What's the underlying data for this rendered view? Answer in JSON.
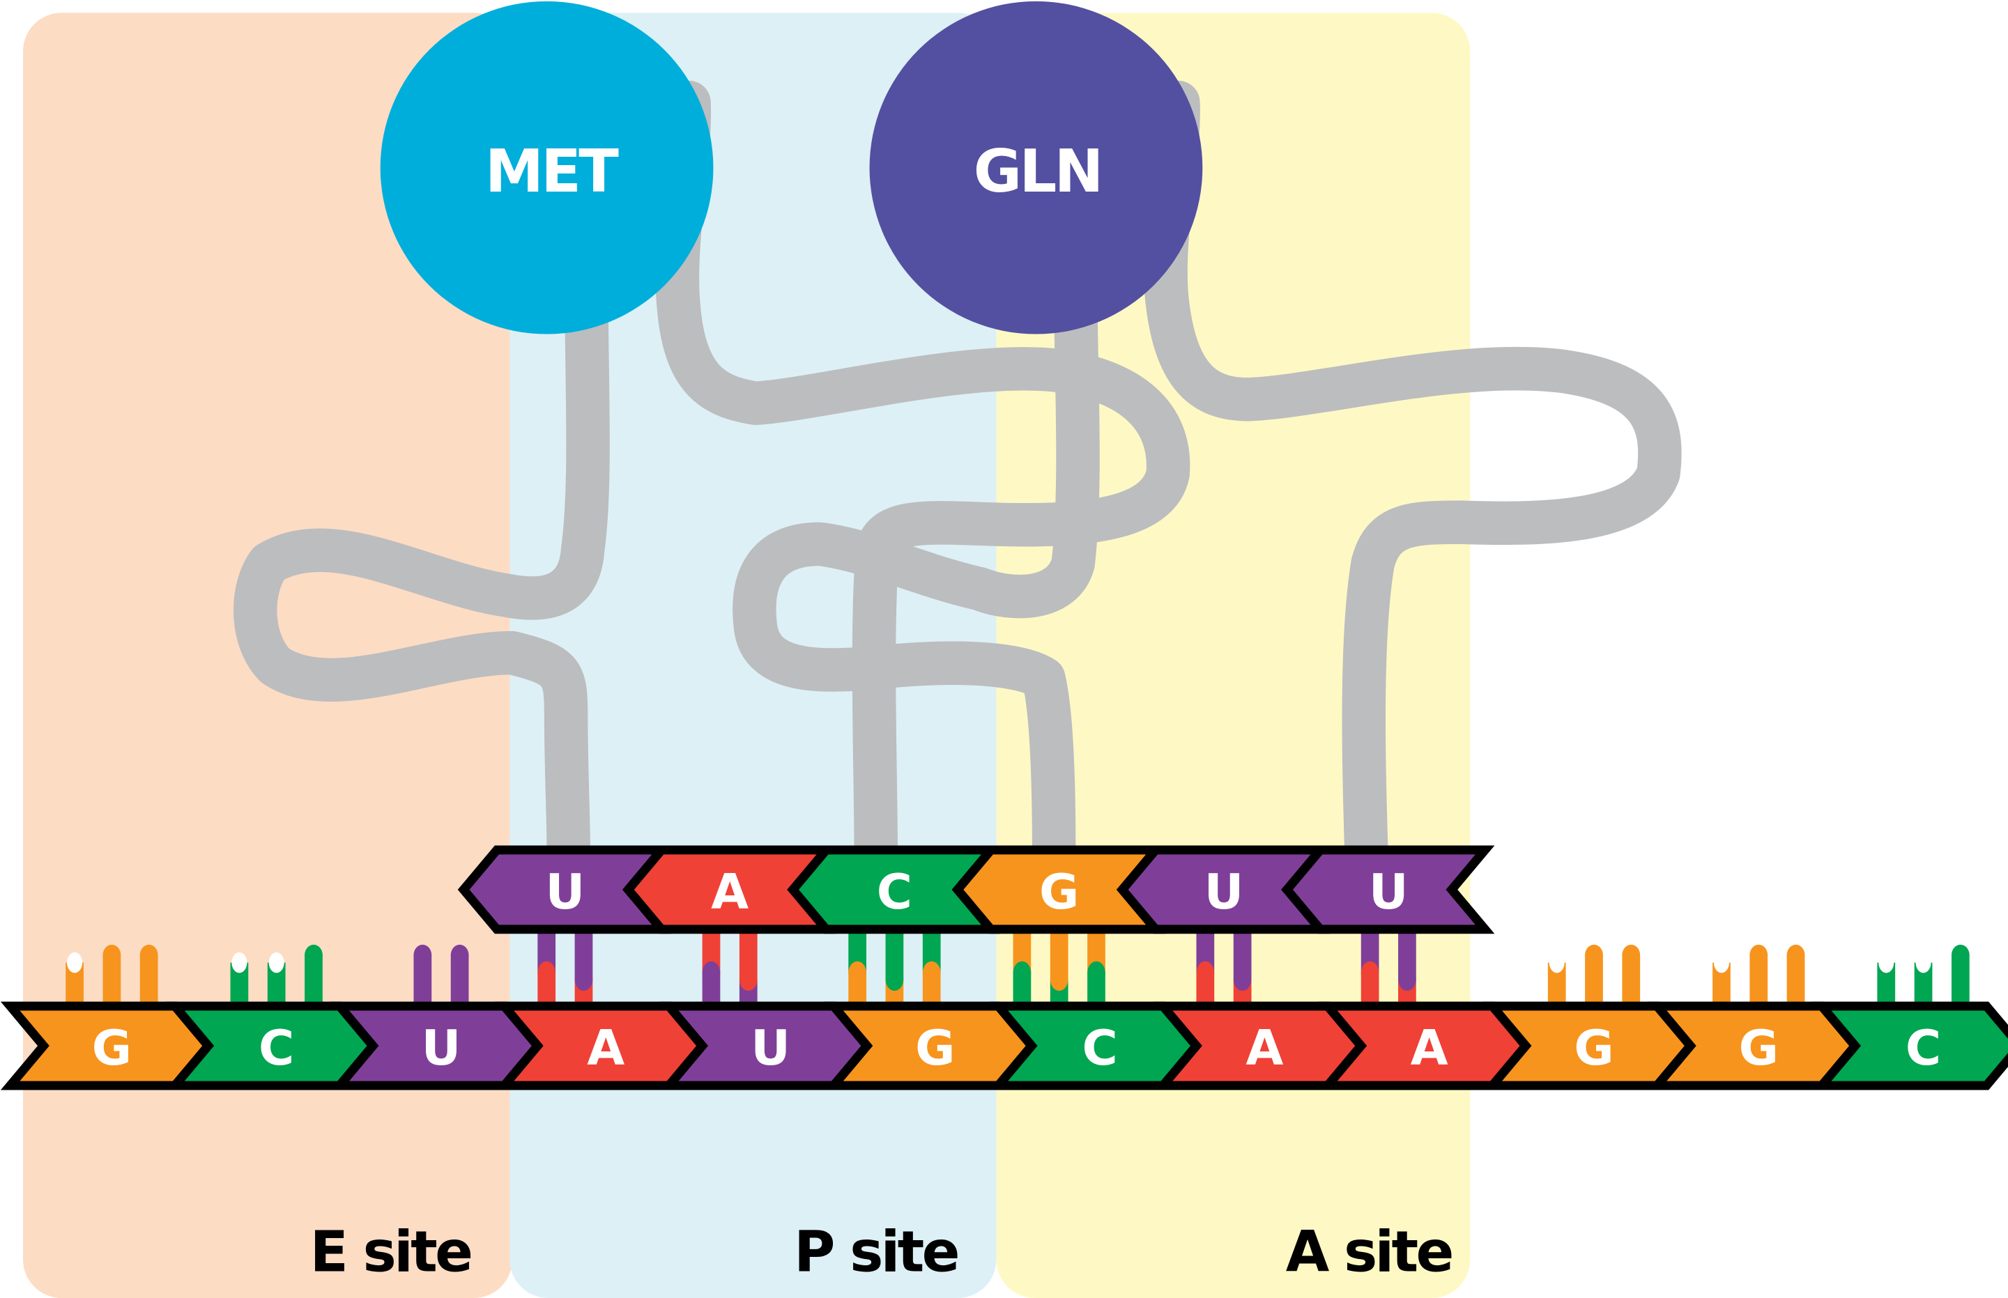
{
  "title": "Ribosome translation: tRNA binding at E, P and A sites",
  "colors": {
    "A": "#ef4136",
    "U": "#7f3f98",
    "G": "#f7941d",
    "C": "#00a651",
    "outline": "#000000",
    "tether": "#bcbdbf",
    "letter": "#ffffff"
  },
  "sites": [
    {
      "name": "E",
      "label": "E site",
      "color": "#fddcc4"
    },
    {
      "name": "P",
      "label": "P site",
      "color": "#ddf0f6"
    },
    {
      "name": "A",
      "label": "A site",
      "color": "#fef9c4"
    }
  ],
  "amino_acids": [
    {
      "label": "MET",
      "color": "#00aedb"
    },
    {
      "label": "GLN",
      "color": "#5350a1"
    }
  ],
  "trna_anticodons": [
    "U",
    "A",
    "C",
    "G",
    "U",
    "U"
  ],
  "mrna_codons": [
    "G",
    "C",
    "U",
    "A",
    "U",
    "G",
    "C",
    "A",
    "A",
    "G",
    "G",
    "C"
  ]
}
